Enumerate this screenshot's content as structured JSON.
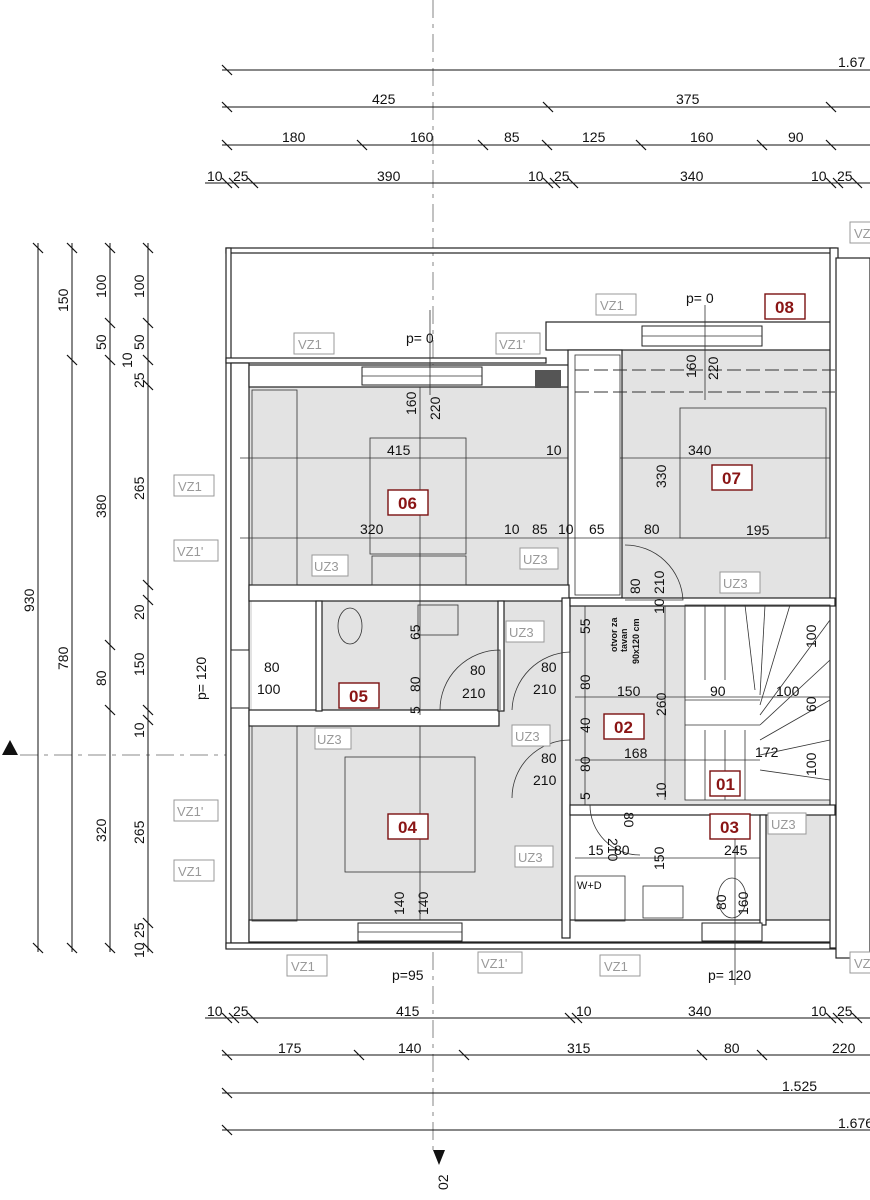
{
  "dims": {
    "top_overall": "1.67",
    "top_row2": [
      "425",
      "375"
    ],
    "top_row3": [
      "180",
      "160",
      "85",
      "125",
      "160",
      "90"
    ],
    "top_row4": [
      "10",
      "25",
      "390",
      "10",
      "25",
      "340",
      "10",
      "25"
    ],
    "left_col1": "930",
    "left_col2": [
      "150",
      "780"
    ],
    "left_col3": [
      "100",
      "50",
      "380",
      "80",
      "320"
    ],
    "left_col4": [
      "100",
      "50",
      "10",
      "25",
      "265",
      "20",
      "150",
      "10",
      "265",
      "10",
      "25"
    ],
    "bottom_row1": [
      "10",
      "25",
      "415",
      "10",
      "340",
      "10",
      "25"
    ],
    "bottom_row2": [
      "175",
      "140",
      "315",
      "80",
      "220"
    ],
    "bottom_row3": "1.525",
    "bottom_row4": "1.676",
    "interior": {
      "r06_w": "415",
      "r06_a": "160",
      "r06_b": "220",
      "r06_c": "320",
      "seg": [
        "10",
        "85",
        "10",
        "65",
        "80"
      ],
      "r07_w": "340",
      "r07_a": "160",
      "r07_b": "220",
      "r07_h": "330",
      "r07_c": "195",
      "door_80": "80",
      "door_210": "210",
      "door_10": "10",
      "bath_80": "80",
      "bath_100": "100",
      "p120": "p= 120",
      "bath_65": "65",
      "bath_80b": "80",
      "bath_5": "5",
      "d1_80": "80",
      "d1_210": "210",
      "d2_80": "80",
      "d2_210": "210",
      "hall_55": "55",
      "hall_80": "80",
      "hall_150": "150",
      "hall_40": "40",
      "hall_80b": "80",
      "hall_260": "260",
      "hall_90": "90",
      "hall_100": "100",
      "hall_168": "168",
      "d3_80": "80",
      "d3_210": "210",
      "d4_5": "5",
      "d4_210": "210",
      "d4_80": "80",
      "st_100a": "100",
      "st_60": "60",
      "st_100b": "100",
      "st_172": "172",
      "st_100c": "100",
      "c_15": "15",
      "c_80": "80",
      "c_150": "150",
      "c_245": "245",
      "c_10": "10",
      "r04_140a": "140",
      "r04_140b": "140",
      "wc_80": "80",
      "wc_160": "160",
      "p0_a": "p= 0",
      "p0_b": "p= 0",
      "p95": "p=95",
      "p120b": "p= 120",
      "attic": [
        "otvor za",
        "tavan",
        "90x120 cm"
      ],
      "wd": "W+D",
      "axis_label": "02"
    }
  },
  "rooms": [
    "08",
    "06",
    "07",
    "05",
    "02",
    "04",
    "01",
    "03"
  ],
  "tags": [
    "VZ1",
    "VZ1'",
    "UZ3"
  ]
}
